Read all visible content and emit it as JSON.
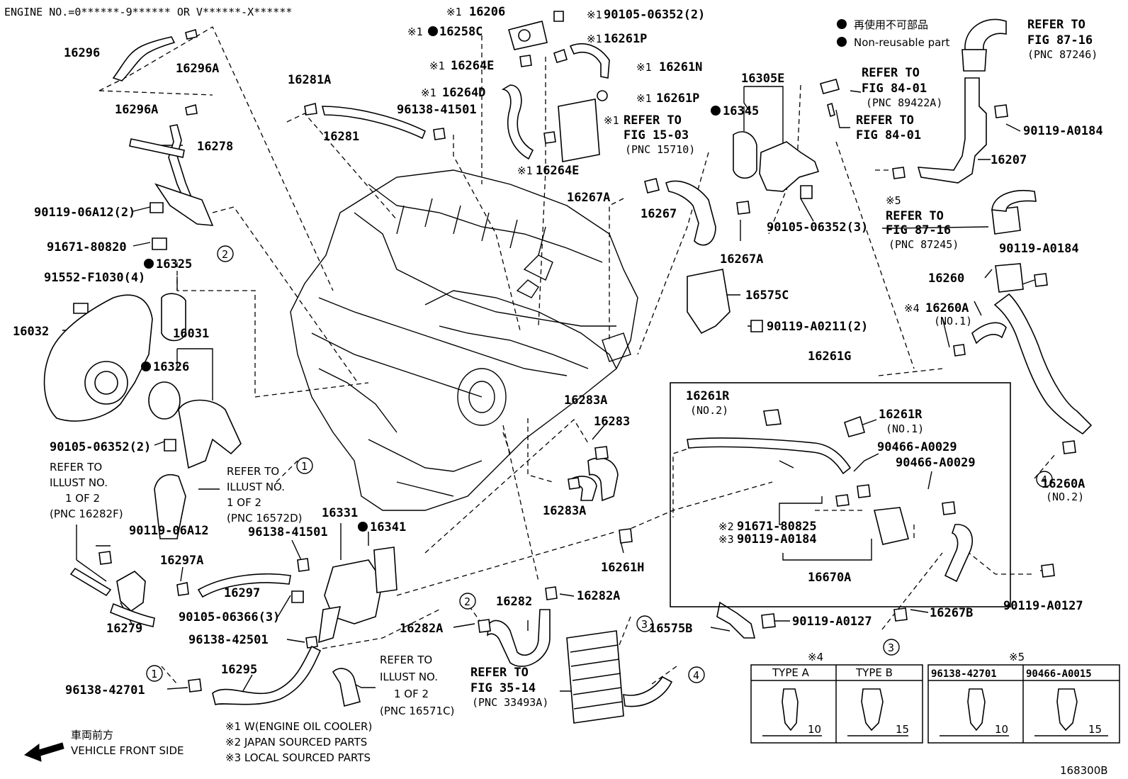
{
  "header": {
    "engine_no": "ENGINE NO.=0******-9****** OR V******-X******"
  },
  "legend": {
    "jp": "再使用不可部品",
    "en": "Non-reusable part"
  },
  "footer": {
    "direction_jp": "車両前方",
    "direction_en": "VEHICLE FRONT SIDE",
    "note1": "※1 W(ENGINE OIL COOLER)",
    "note2": "※2 JAPAN SOURCED PARTS",
    "note3": "※3 LOCAL SOURCED PARTS",
    "figure_id": "168300B"
  },
  "labels": [
    {
      "id": "16296",
      "text": "16296"
    },
    {
      "id": "16296A_1",
      "text": "16296A"
    },
    {
      "id": "16296A_2",
      "text": "16296A"
    },
    {
      "id": "16278",
      "text": "16278"
    },
    {
      "id": "90119-06A12_2",
      "text": "90119-06A12(2)"
    },
    {
      "id": "91671-80820",
      "text": "91671-80820"
    },
    {
      "id": "16325",
      "text": "16325"
    },
    {
      "id": "91552-F1030",
      "text": "91552-F1030(4)"
    },
    {
      "id": "16032",
      "text": "16032"
    },
    {
      "id": "16031",
      "text": "16031"
    },
    {
      "id": "16326",
      "text": "16326"
    },
    {
      "id": "90105-06352_2",
      "text": "90105-06352(2)"
    },
    {
      "id": "16281A",
      "text": "16281A"
    },
    {
      "id": "16281",
      "text": "16281"
    },
    {
      "id": "16206",
      "text": "16206"
    },
    {
      "id": "90105-06352_2b",
      "text": "90105-06352(2)"
    },
    {
      "id": "16258C",
      "text": "16258C"
    },
    {
      "id": "16261P_1",
      "text": "16261P"
    },
    {
      "id": "16264E_1",
      "text": "16264E"
    },
    {
      "id": "16261N",
      "text": "16261N"
    },
    {
      "id": "16264D",
      "text": "16264D"
    },
    {
      "id": "96138-41501_1",
      "text": "96138-41501"
    },
    {
      "id": "16261P_2",
      "text": "16261P"
    },
    {
      "id": "refer_15-03",
      "text": "REFER TO"
    },
    {
      "id": "fig_15-03",
      "text": "FIG 15-03"
    },
    {
      "id": "pnc_15710",
      "text": "(PNC 15710)"
    },
    {
      "id": "16264E_2",
      "text": "16264E"
    },
    {
      "id": "16305E",
      "text": "16305E"
    },
    {
      "id": "16345",
      "text": "16345"
    },
    {
      "id": "refer_84-01a",
      "text": "REFER TO"
    },
    {
      "id": "fig_84-01a",
      "text": "FIG 84-01"
    },
    {
      "id": "pnc_89422A",
      "text": "(PNC 89422A)"
    },
    {
      "id": "refer_84-01b",
      "text": "REFER TO"
    },
    {
      "id": "fig_84-01b",
      "text": "FIG 84-01"
    },
    {
      "id": "refer_87-16a",
      "text": "REFER TO"
    },
    {
      "id": "fig_87-16a",
      "text": "FIG 87-16"
    },
    {
      "id": "pnc_87246",
      "text": "(PNC 87246)"
    },
    {
      "id": "90119-A0184_1",
      "text": "90119-A0184"
    },
    {
      "id": "16207",
      "text": "16207"
    },
    {
      "id": "16267A_1",
      "text": "16267A"
    },
    {
      "id": "16267",
      "text": "16267"
    },
    {
      "id": "16267A_2",
      "text": "16267A"
    },
    {
      "id": "90105-06352_3",
      "text": "90105-06352(3)"
    },
    {
      "id": "x5",
      "text": "※5"
    },
    {
      "id": "refer_87-16b",
      "text": "REFER TO"
    },
    {
      "id": "fig_87-16b",
      "text": "FIG 87-16"
    },
    {
      "id": "pnc_87245",
      "text": "(PNC 87245)"
    },
    {
      "id": "90119-A0184_2",
      "text": "90119-A0184"
    },
    {
      "id": "16260",
      "text": "16260"
    },
    {
      "id": "16260A_1",
      "text": "16260A"
    },
    {
      "id": "no1_a",
      "text": "(NO.1)"
    },
    {
      "id": "16575C",
      "text": "16575C"
    },
    {
      "id": "90119-A0211",
      "text": "90119-A0211(2)"
    },
    {
      "id": "16261G",
      "text": "16261G"
    },
    {
      "id": "16261R_1",
      "text": "16261R"
    },
    {
      "id": "no2_a",
      "text": "(NO.2)"
    },
    {
      "id": "16261R_2",
      "text": "16261R"
    },
    {
      "id": "no1_b",
      "text": "(NO.1)"
    },
    {
      "id": "90466-A0029_1",
      "text": "90466-A0029"
    },
    {
      "id": "90466-A0029_2",
      "text": "90466-A0029"
    },
    {
      "id": "91671-80825",
      "text": "91671-80825"
    },
    {
      "id": "90119-A0184_3",
      "text": "90119-A0184"
    },
    {
      "id": "16670A",
      "text": "16670A"
    },
    {
      "id": "16260A_2",
      "text": "16260A"
    },
    {
      "id": "no2_b",
      "text": "(NO.2)"
    },
    {
      "id": "16283A_1",
      "text": "16283A"
    },
    {
      "id": "16283",
      "text": "16283"
    },
    {
      "id": "16283A_2",
      "text": "16283A"
    },
    {
      "id": "16261H",
      "text": "16261H"
    },
    {
      "id": "refer_illust_16282F",
      "text": "REFER TO"
    },
    {
      "id": "illust_16282F",
      "text": "ILLUST NO."
    },
    {
      "id": "oneof2_16282F",
      "text": "1 OF 2"
    },
    {
      "id": "pnc_16282F",
      "text": "(PNC 16282F)"
    },
    {
      "id": "refer_illust_16572D",
      "text": "REFER TO"
    },
    {
      "id": "illust_16572D",
      "text": "ILLUST NO."
    },
    {
      "id": "oneof2_16572D",
      "text": "1 OF 2"
    },
    {
      "id": "pnc_16572D",
      "text": "(PNC 16572D)"
    },
    {
      "id": "90119-06A12",
      "text": "90119-06A12"
    },
    {
      "id": "16297A",
      "text": "16297A"
    },
    {
      "id": "16297",
      "text": "16297"
    },
    {
      "id": "16279",
      "text": "16279"
    },
    {
      "id": "96138-41501_2",
      "text": "96138-41501"
    },
    {
      "id": "16331",
      "text": "16331"
    },
    {
      "id": "16341",
      "text": "16341"
    },
    {
      "id": "90105-06366",
      "text": "90105-06366(3)"
    },
    {
      "id": "96138-42501",
      "text": "96138-42501"
    },
    {
      "id": "16295",
      "text": "16295"
    },
    {
      "id": "96138-42701",
      "text": "96138-42701"
    },
    {
      "id": "refer_illust_16571C",
      "text": "REFER TO"
    },
    {
      "id": "illust_16571C",
      "text": "ILLUST NO."
    },
    {
      "id": "oneof2_16571C",
      "text": "1 OF 2"
    },
    {
      "id": "pnc_16571C",
      "text": "(PNC 16571C)"
    },
    {
      "id": "16282A_1",
      "text": "16282A"
    },
    {
      "id": "16282",
      "text": "16282"
    },
    {
      "id": "16282A_2",
      "text": "16282A"
    },
    {
      "id": "refer_35-14",
      "text": "REFER TO"
    },
    {
      "id": "fig_35-14",
      "text": "FIG 35-14"
    },
    {
      "id": "pnc_33493A",
      "text": "(PNC 33493A)"
    },
    {
      "id": "16575B",
      "text": "16575B"
    },
    {
      "id": "90119-A0127_1",
      "text": "90119-A0127"
    },
    {
      "id": "16267B",
      "text": "16267B"
    },
    {
      "id": "90119-A0127_2",
      "text": "90119-A0127"
    }
  ],
  "prefixes": {
    "x1": "※1",
    "x2": "※2",
    "x3": "※3",
    "x4": "※4"
  },
  "callouts": [
    "1",
    "2",
    "3",
    "4"
  ],
  "table_x4": {
    "note": "※4",
    "col_a": "TYPE A",
    "col_b": "TYPE B",
    "dim_a": "10",
    "dim_b": "15"
  },
  "table_x5": {
    "note": "※5",
    "col_a": "96138-42701",
    "col_b": "90466-A0015",
    "dim_a": "10",
    "dim_b": "15"
  }
}
